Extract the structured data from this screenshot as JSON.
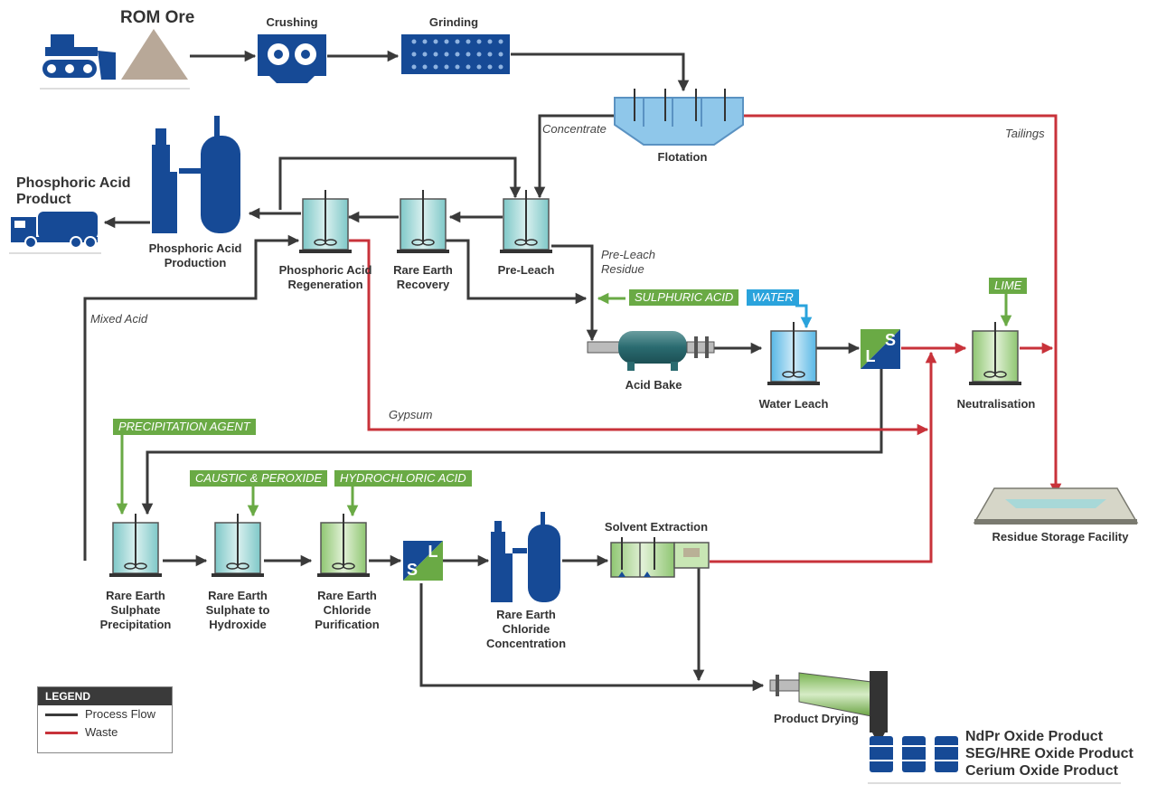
{
  "ore": {
    "title": "ROM Ore"
  },
  "units": {
    "crushing": "Crushing",
    "grinding": "Grinding",
    "flotation": "Flotation",
    "phos_prod_1": "Phosphoric Acid",
    "phos_prod_2": "Production",
    "phos_regen_1": "Phosphoric Acid",
    "phos_regen_2": "Regeneration",
    "re_recovery_1": "Rare Earth",
    "re_recovery_2": "Recovery",
    "pre_leach": "Pre-Leach",
    "acid_bake": "Acid Bake",
    "water_leach": "Water Leach",
    "neutralisation": "Neutralisation",
    "residue_storage": "Residue Storage Facility",
    "re_sulph_precip": [
      "Rare Earth",
      "Sulphate",
      "Precipitation"
    ],
    "re_sulph_hydrox": [
      "Rare Earth",
      "Sulphate to",
      "Hydroxide"
    ],
    "re_chlor_purif": [
      "Rare Earth",
      "Chloride",
      "Purification"
    ],
    "re_chlor_conc": [
      "Rare Earth",
      "Chloride",
      "Concentration"
    ],
    "solvent_extraction": "Solvent Extraction",
    "product_drying": "Product Drying"
  },
  "phosphoric_product": {
    "line1": "Phosphoric Acid",
    "line2": "Product"
  },
  "flows": {
    "concentrate": "Concentrate",
    "tailings": "Tailings",
    "pre_leach_residue_1": "Pre-Leach",
    "pre_leach_residue_2": "Residue",
    "mixed_acid": "Mixed Acid",
    "gypsum": "Gypsum"
  },
  "reagents": {
    "sulphuric_acid": "SULPHURIC ACID",
    "water": "WATER",
    "lime": "LIME",
    "precipitation_agent": "PRECIPITATION AGENT",
    "caustic_peroxide": "CAUSTIC & PEROXIDE",
    "hydrochloric_acid": "HYDROCHLORIC ACID"
  },
  "separator_letters": {
    "l": "L",
    "s": "S"
  },
  "products": [
    "NdPr Oxide Product",
    "SEG/HRE Oxide Product",
    "Cerium Oxide Product"
  ],
  "legend": {
    "title": "LEGEND",
    "process_flow": "Process Flow",
    "waste": "Waste"
  },
  "colors": {
    "process_flow": "#3a3a3a",
    "waste": "#c8323a",
    "equipment_blue": "#164a96",
    "reagent_green": "#6aaa45",
    "water_blue": "#2aa3dc"
  }
}
